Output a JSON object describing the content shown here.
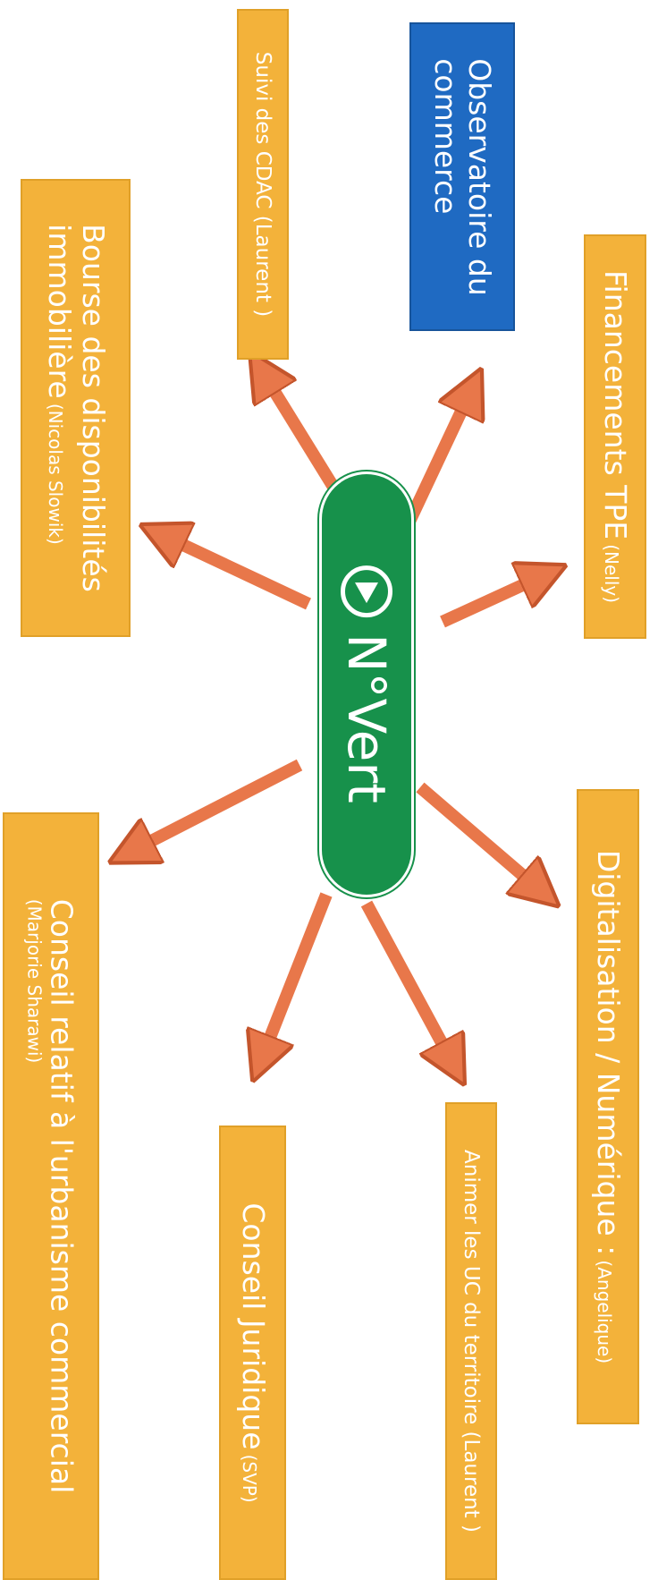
{
  "center": {
    "label": "N°Vert",
    "icon": "play-down-icon"
  },
  "colors": {
    "orange": "#f3b23a",
    "blue": "#1f6ac2",
    "green": "#17914b",
    "arrow": "#e8774a"
  },
  "boxes": {
    "observatoire": {
      "main_line1": "Observatoire du",
      "main_line2": "commerce",
      "note": ""
    },
    "suivi": {
      "main": "Suivi des CDAC (Laurent )",
      "note": ""
    },
    "bourse": {
      "main_line1": "Bourse des disponibilités",
      "main_line2": "immobilière",
      "note": "(Nicolas Slowik)"
    },
    "financements": {
      "main": "Financements TPE",
      "note": "(Nelly)"
    },
    "digitalisation": {
      "main": "Digitalisation / Numérique :",
      "note": "(Angelique)"
    },
    "animer": {
      "main": "Animer les UC du territoire (Laurent )",
      "note": ""
    },
    "juridique": {
      "main": "Conseil Juridique",
      "note": "(SVP)"
    },
    "urbanisme": {
      "main": "Conseil relatif à l'urbanisme commercial",
      "note": "(Marjorie Sharawi)"
    }
  }
}
